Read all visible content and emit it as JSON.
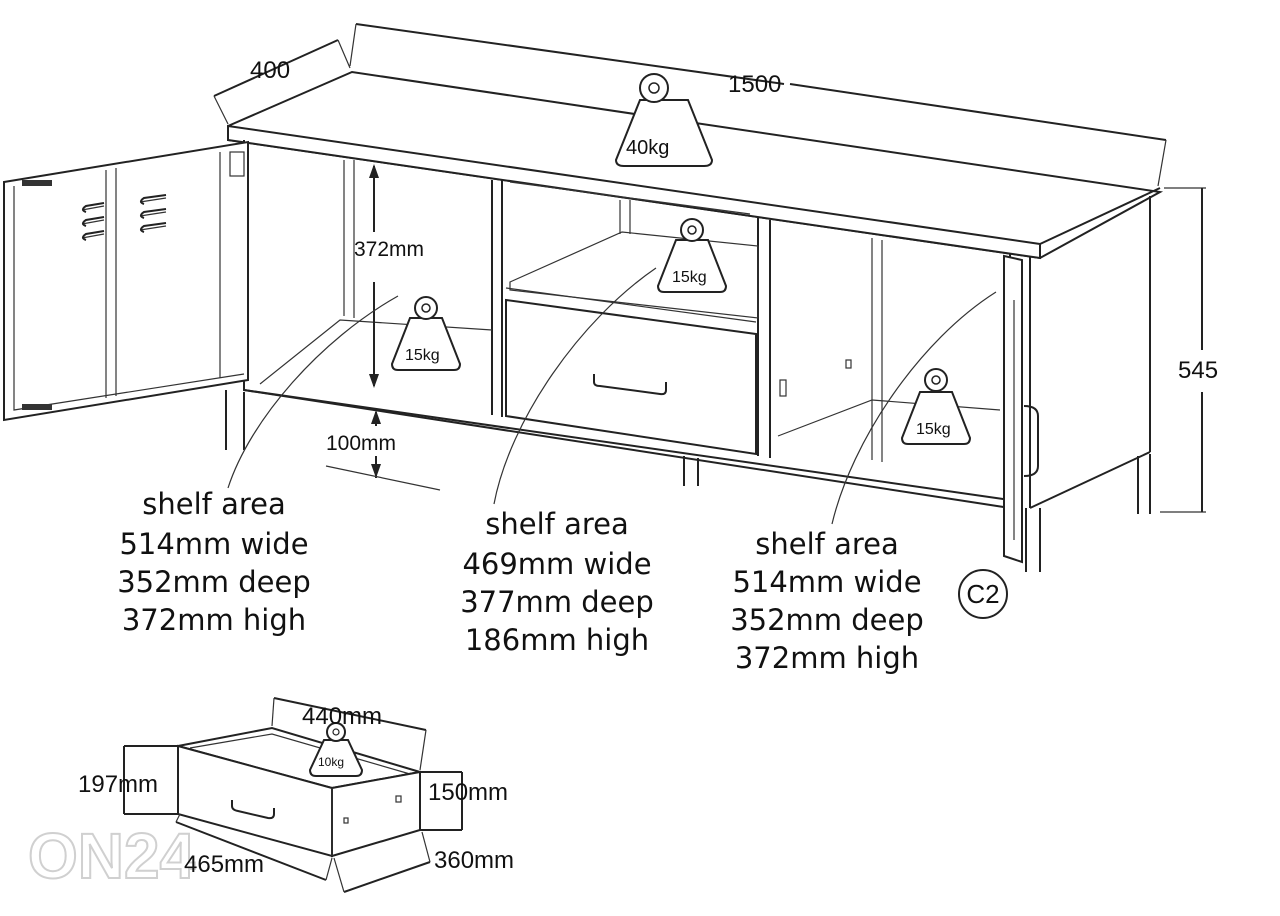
{
  "dimensions": {
    "depth": "400",
    "width": "1500",
    "height": "545",
    "compartment_height": "372mm",
    "leg_height": "100mm"
  },
  "weights": {
    "top": "40kg",
    "left_shelf": "15kg",
    "middle_shelf": "15kg",
    "right_shelf": "15kg",
    "drawer": "10kg"
  },
  "shelf_left": {
    "line1": "shelf area",
    "line2": "514mm wide",
    "line3": "352mm deep",
    "line4": "372mm high"
  },
  "shelf_middle": {
    "line1": "shelf area",
    "line2": "469mm wide",
    "line3": "377mm deep",
    "line4": "186mm high"
  },
  "shelf_right": {
    "line1": "shelf area",
    "line2": "514mm wide",
    "line3": "352mm deep",
    "line4": "372mm high"
  },
  "label_code": "C2",
  "drawer": {
    "top_width": "440mm",
    "front_height": "197mm",
    "side_height": "150mm",
    "front_width": "465mm",
    "depth": "360mm"
  },
  "watermark": "ON24"
}
